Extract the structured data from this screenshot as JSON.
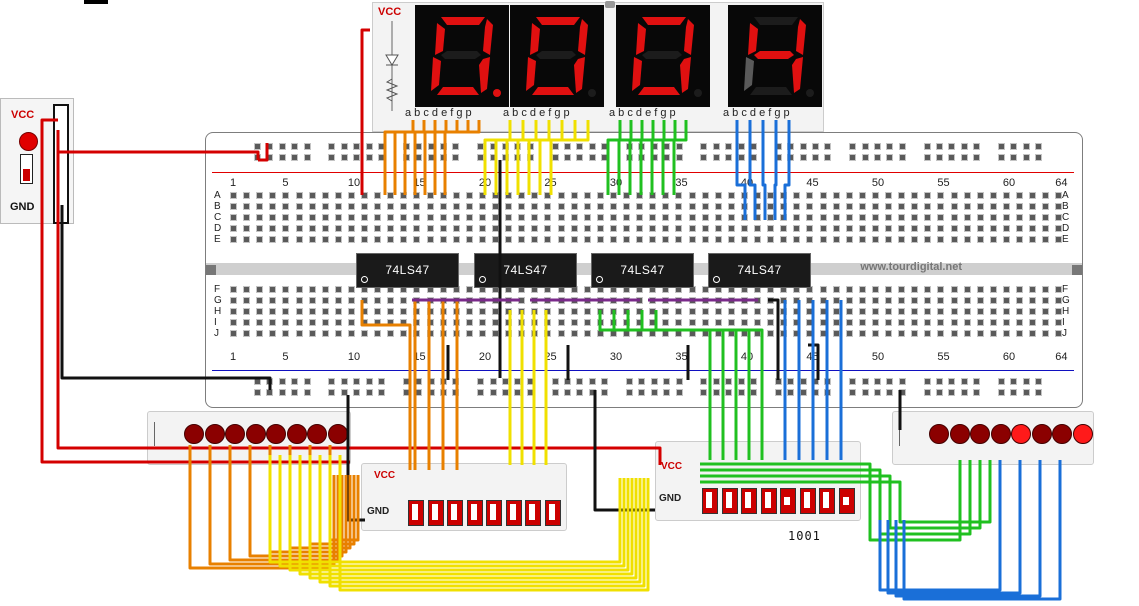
{
  "breadboard": {
    "url": "www.tourdigital.net",
    "column_numbers": [
      "1",
      "5",
      "10",
      "15",
      "20",
      "25",
      "30",
      "35",
      "40",
      "45",
      "50",
      "55",
      "60",
      "64"
    ],
    "top_rows": [
      "A",
      "B",
      "C",
      "D",
      "E"
    ],
    "bottom_rows": [
      "F",
      "G",
      "H",
      "I",
      "J"
    ]
  },
  "chips": [
    {
      "label": "74LS47"
    },
    {
      "label": "74LS47"
    },
    {
      "label": "74LS47"
    },
    {
      "label": "74LS47"
    }
  ],
  "display": {
    "vcc_label": "VCC",
    "digits": [
      "0",
      "0",
      "0",
      "4"
    ],
    "pin_labels": "a b c d e f g p"
  },
  "power_module": {
    "vcc_label": "VCC",
    "gnd_label": "GND"
  },
  "switch_banks": [
    {
      "vcc_label": "VCC",
      "gnd_label": "GND"
    },
    {
      "vcc_label": "VCC",
      "gnd_label": "GND",
      "binary_readout": "1001"
    }
  ],
  "colors": {
    "led_off": "#8b0000",
    "led_on": "#ff1a1a",
    "segment_on": "#e01010",
    "segment_off": "#5a5a5a",
    "wire_red": "#d40000",
    "wire_orange": "#e88000",
    "wire_yellow": "#f0e000",
    "wire_green": "#20c020",
    "wire_blue": "#1a6fd8",
    "wire_black": "#111111",
    "wire_purple": "#7a2a8a",
    "rail_red": "#e00000",
    "rail_blue": "#1010c0"
  }
}
